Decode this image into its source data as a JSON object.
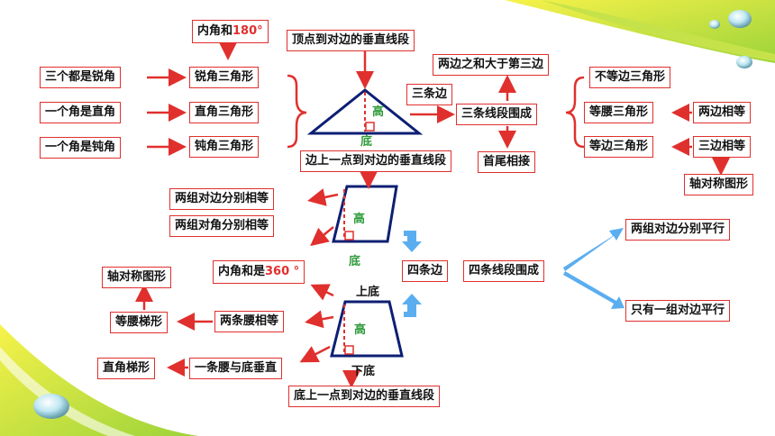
{
  "triangle": {
    "angle_sum_prefix": "内角和",
    "angle_sum_value": "180°",
    "altitude_label": "顶点到对边的垂直线段",
    "by_angle": [
      {
        "condition": "三个都是锐角",
        "type": "锐角三角形"
      },
      {
        "condition": "一个角是直角",
        "type": "直角三角形"
      },
      {
        "condition": "一个角是钝角",
        "type": "钝角三角形"
      }
    ],
    "height": "高",
    "base": "底",
    "three_sides": "三条边",
    "formed_by": "三条线段围成",
    "side_rule": "两边之和大于第三边",
    "end_to_end": "首尾相接",
    "by_side": {
      "scalene": "不等边三角形",
      "isosceles": "等腰三角形",
      "isosceles_cond": "两边相等",
      "equilateral": "等边三角形",
      "equilateral_cond": "三边相等",
      "axis_symmetric": "轴对称图形"
    }
  },
  "parallelogram": {
    "altitude_label": "边上一点到对边的垂直线段",
    "opposite_sides": "两组对边分别相等",
    "opposite_angles": "两组对角分别相等",
    "height": "高",
    "base": "底"
  },
  "quadrilateral": {
    "angle_sum_prefix": "内角和是",
    "angle_sum_value": "360 °",
    "four_sides": "四条边",
    "formed_by": "四条线段围成",
    "two_pairs_parallel": "两组对边分别平行",
    "one_pair_parallel": "只有一组对边平行"
  },
  "trapezoid": {
    "top_base": "上底",
    "bottom_base": "下底",
    "height": "高",
    "axis_symmetric": "轴对称图形",
    "isosceles": "等腰梯形",
    "equal_legs": "两条腰相等",
    "right_trap": "直角梯形",
    "leg_perp": "一条腰与底垂直",
    "altitude_label": "底上一点到对边的垂直线段"
  },
  "colors": {
    "accent": "#e0302e",
    "height_label": "#2e9b3a",
    "shape_stroke": "#0d1f73",
    "blue_arrow": "#5aaef0"
  }
}
